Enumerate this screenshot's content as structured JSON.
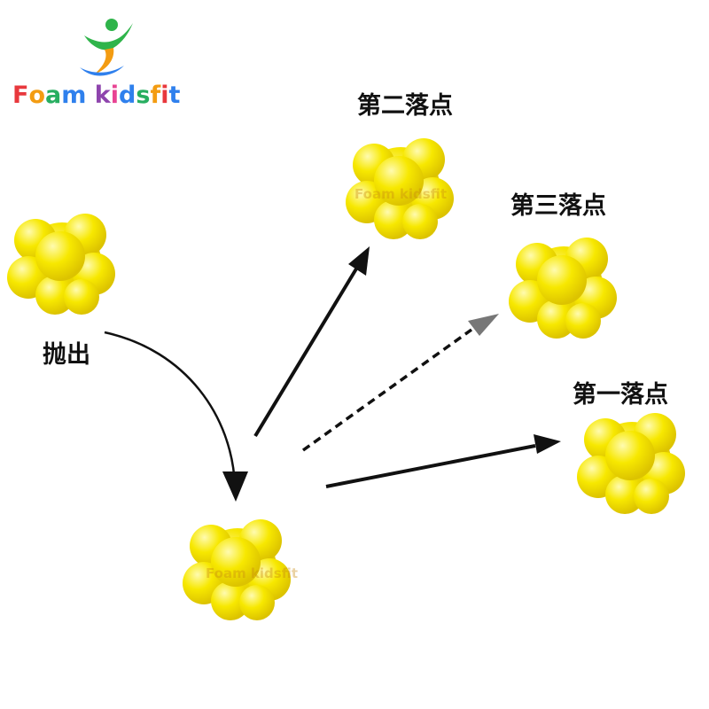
{
  "brand": {
    "name": "Foam kidsfit",
    "letters": [
      "F",
      "o",
      "a",
      "m",
      " ",
      "k",
      "i",
      "d",
      "s",
      "f",
      "i",
      "t"
    ],
    "letter_colors": [
      "#e8383d",
      "#f39c12",
      "#27ae60",
      "#2f80ed",
      "#ffffff",
      "#8e44ad",
      "#e84393",
      "#2f80ed",
      "#27ae60",
      "#f39c12",
      "#e8383d",
      "#2f80ed"
    ]
  },
  "labels": {
    "throw": "抛出",
    "landing_1": "第一落点",
    "landing_2": "第二落点",
    "landing_3": "第三落点"
  },
  "watermark": "Foam kidsfit",
  "colors": {
    "ball": "#f5e400",
    "ball_shade": "#e2c800",
    "arrow_solid": "#111111",
    "arrow_dashed": "#111111",
    "arrow_dashed_head": "#777777"
  },
  "arrows": [
    {
      "id": "throw",
      "style": "solid-curved"
    },
    {
      "id": "to-landing-2",
      "style": "solid"
    },
    {
      "id": "to-landing-3",
      "style": "dashed"
    },
    {
      "id": "to-landing-1",
      "style": "solid"
    }
  ]
}
